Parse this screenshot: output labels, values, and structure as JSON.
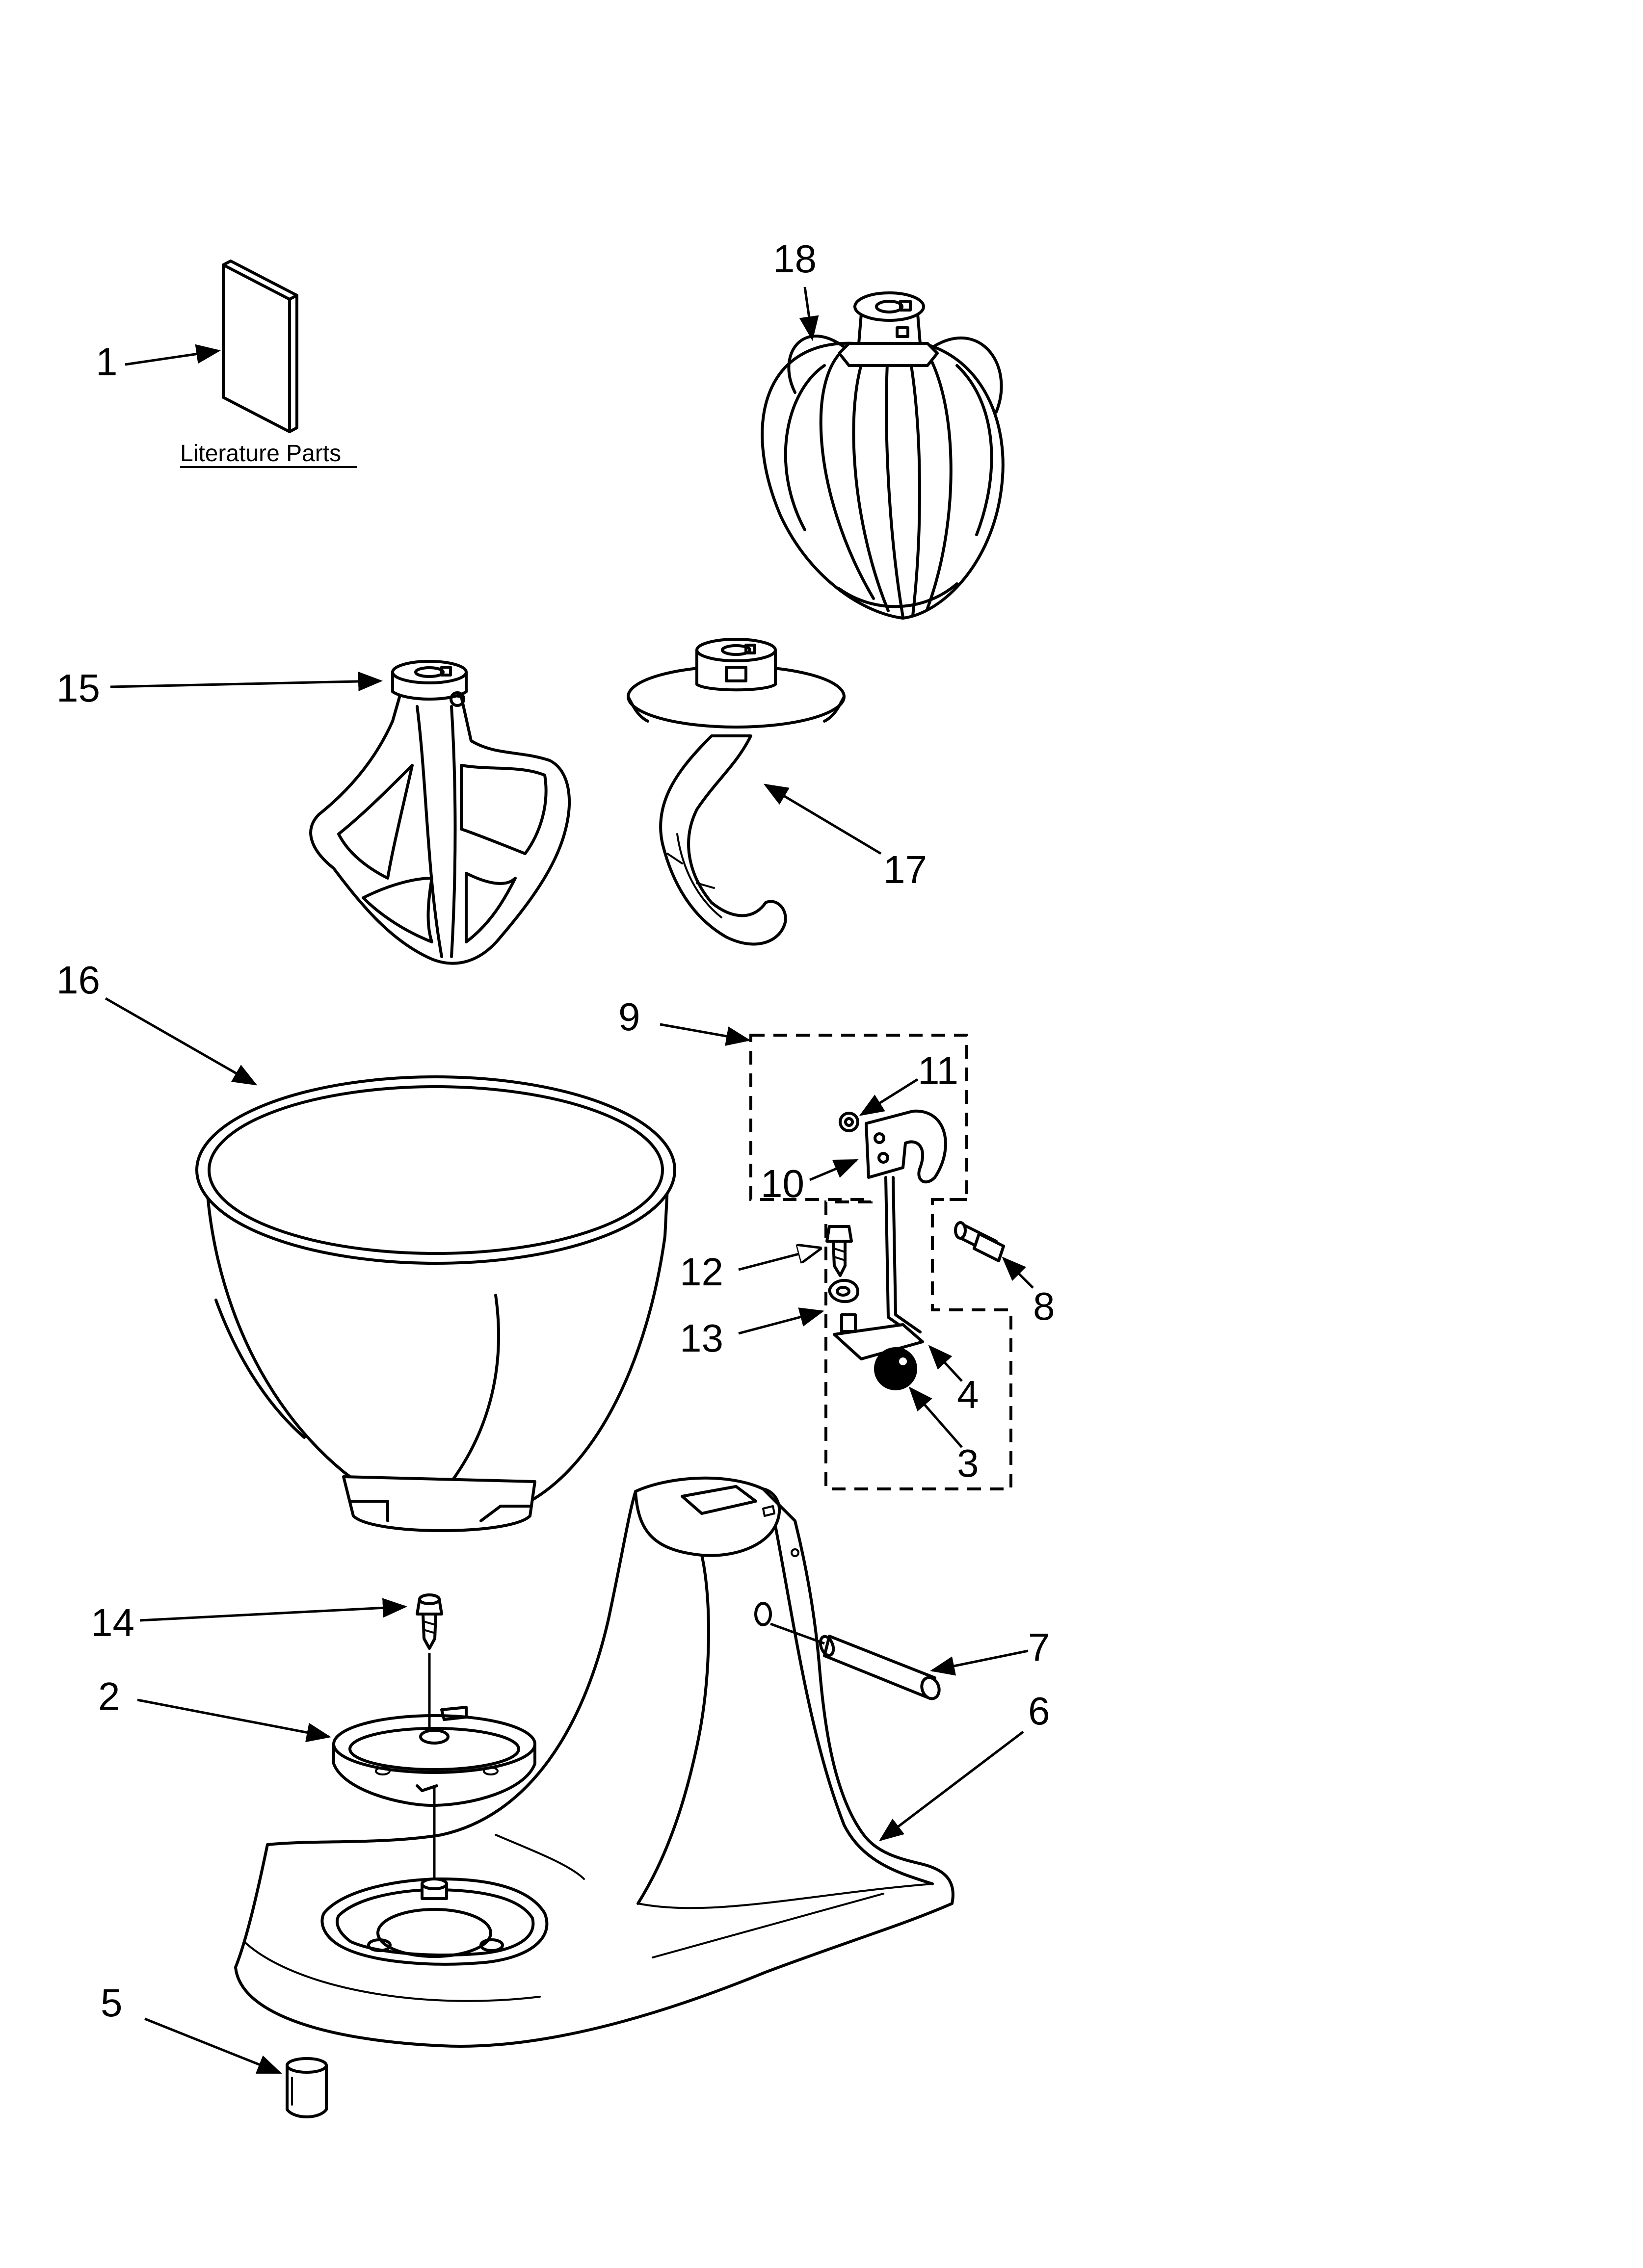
{
  "literature": {
    "caption": "Literature Parts"
  },
  "callouts": [
    {
      "id": "1",
      "label": "1"
    },
    {
      "id": "2",
      "label": "2"
    },
    {
      "id": "3",
      "label": "3"
    },
    {
      "id": "4",
      "label": "4"
    },
    {
      "id": "5",
      "label": "5"
    },
    {
      "id": "6",
      "label": "6"
    },
    {
      "id": "7",
      "label": "7"
    },
    {
      "id": "8",
      "label": "8"
    },
    {
      "id": "9",
      "label": "9"
    },
    {
      "id": "10",
      "label": "10"
    },
    {
      "id": "11",
      "label": "11"
    },
    {
      "id": "12",
      "label": "12"
    },
    {
      "id": "13",
      "label": "13"
    },
    {
      "id": "14",
      "label": "14"
    },
    {
      "id": "15",
      "label": "15"
    },
    {
      "id": "16",
      "label": "16"
    },
    {
      "id": "17",
      "label": "17"
    },
    {
      "id": "18",
      "label": "18"
    }
  ]
}
